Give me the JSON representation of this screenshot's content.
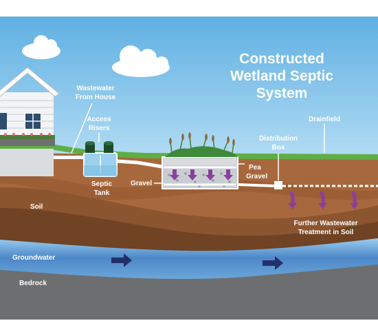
{
  "title_lines": [
    "Constructed",
    "Wetland Septic",
    "System"
  ],
  "labels": {
    "wastewater_from_house": [
      "Wastewater",
      "From House"
    ],
    "access_risers": [
      "Access",
      "Risers"
    ],
    "septic_tank": [
      "Septic",
      "Tank"
    ],
    "gravel": "Gravel",
    "pea_gravel": [
      "Pea",
      "Gravel"
    ],
    "distribution_box": [
      "Distribution",
      "Box"
    ],
    "drainfield": "Drainfield",
    "soil": "Soil",
    "further_treatment": [
      "Further Wastewater",
      "Treatment in Soil"
    ],
    "groundwater": "Groundwater",
    "bedrock": "Bedrock"
  },
  "colors": {
    "sky": "#8ec7ea",
    "grass": "#5fae45",
    "soil_top": "#a8683d",
    "soil_mid": "#8b5530",
    "soil_deep": "#6f4324",
    "groundwater": "#4d87c8",
    "bedrock": "#6d6e70",
    "arrow_purple": "#8a3fa0",
    "arrow_navy": "#22306a"
  }
}
